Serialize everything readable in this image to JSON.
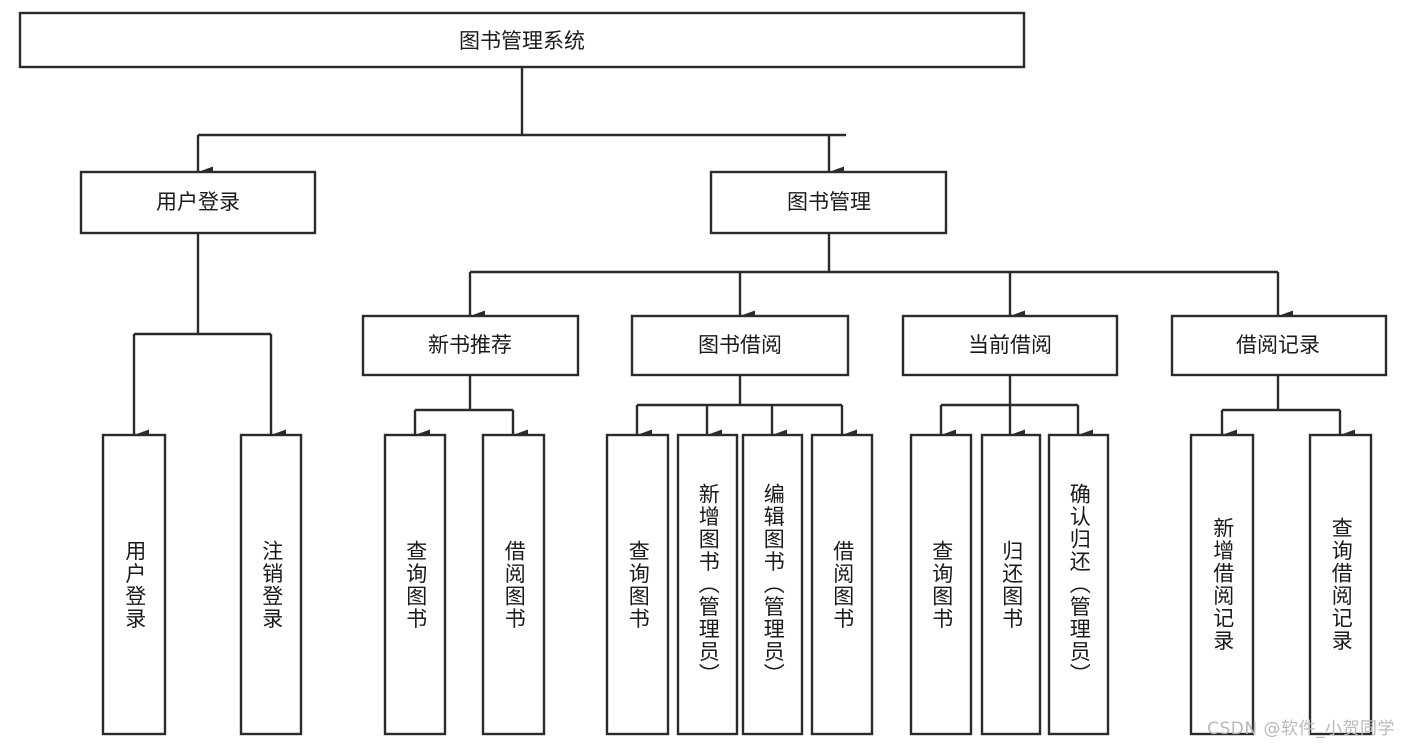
{
  "diagram": {
    "title": "图书管理系统",
    "watermark": "CSDN @软件_小贺同学",
    "colors": {
      "stroke": "#2b2b2b",
      "fill": "#ffffff",
      "text": "#1a1a1a",
      "watermark": "#b9b9b9",
      "background": "#ffffff"
    },
    "root": {
      "label": "图书管理系统"
    },
    "level2": [
      {
        "label": "用户登录"
      },
      {
        "label": "图书管理"
      }
    ],
    "level3": [
      {
        "label": "新书推荐"
      },
      {
        "label": "图书借阅"
      },
      {
        "label": "当前借阅"
      },
      {
        "label": "借阅记录"
      }
    ],
    "leaves": [
      {
        "label": "用户登录",
        "parent": "用户登录"
      },
      {
        "label": "注销登录",
        "parent": "用户登录"
      },
      {
        "label": "查询图书",
        "parent": "新书推荐"
      },
      {
        "label": "借阅图书",
        "parent": "新书推荐"
      },
      {
        "label": "查询图书",
        "parent": "图书借阅"
      },
      {
        "label": "新增图书（管理员）",
        "parent": "图书借阅"
      },
      {
        "label": "编辑图书（管理员）",
        "parent": "图书借阅"
      },
      {
        "label": "借阅图书",
        "parent": "图书借阅"
      },
      {
        "label": "查询图书",
        "parent": "当前借阅"
      },
      {
        "label": "归还图书",
        "parent": "当前借阅"
      },
      {
        "label": "确认归还（管理员）",
        "parent": "当前借阅"
      },
      {
        "label": "新增借阅记录",
        "parent": "借阅记录"
      },
      {
        "label": "查询借阅记录",
        "parent": "借阅记录"
      }
    ]
  }
}
